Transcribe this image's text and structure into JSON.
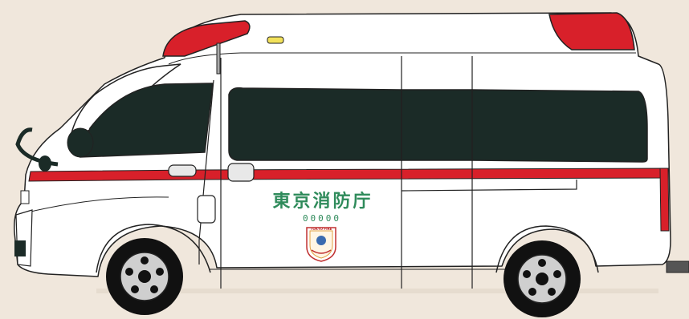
{
  "vehicle": {
    "agency_name": "東京消防庁",
    "unit_number": "00000",
    "emblem_text": "TOKYO FIRE"
  },
  "colors": {
    "background": "#f0e7dc",
    "body": "#ffffff",
    "outline": "#222222",
    "stripe": "#d8202a",
    "window": "#1b2b27",
    "lettering": "#2f8b5b",
    "tire": "#111111",
    "rim": "#cfcfcf"
  }
}
